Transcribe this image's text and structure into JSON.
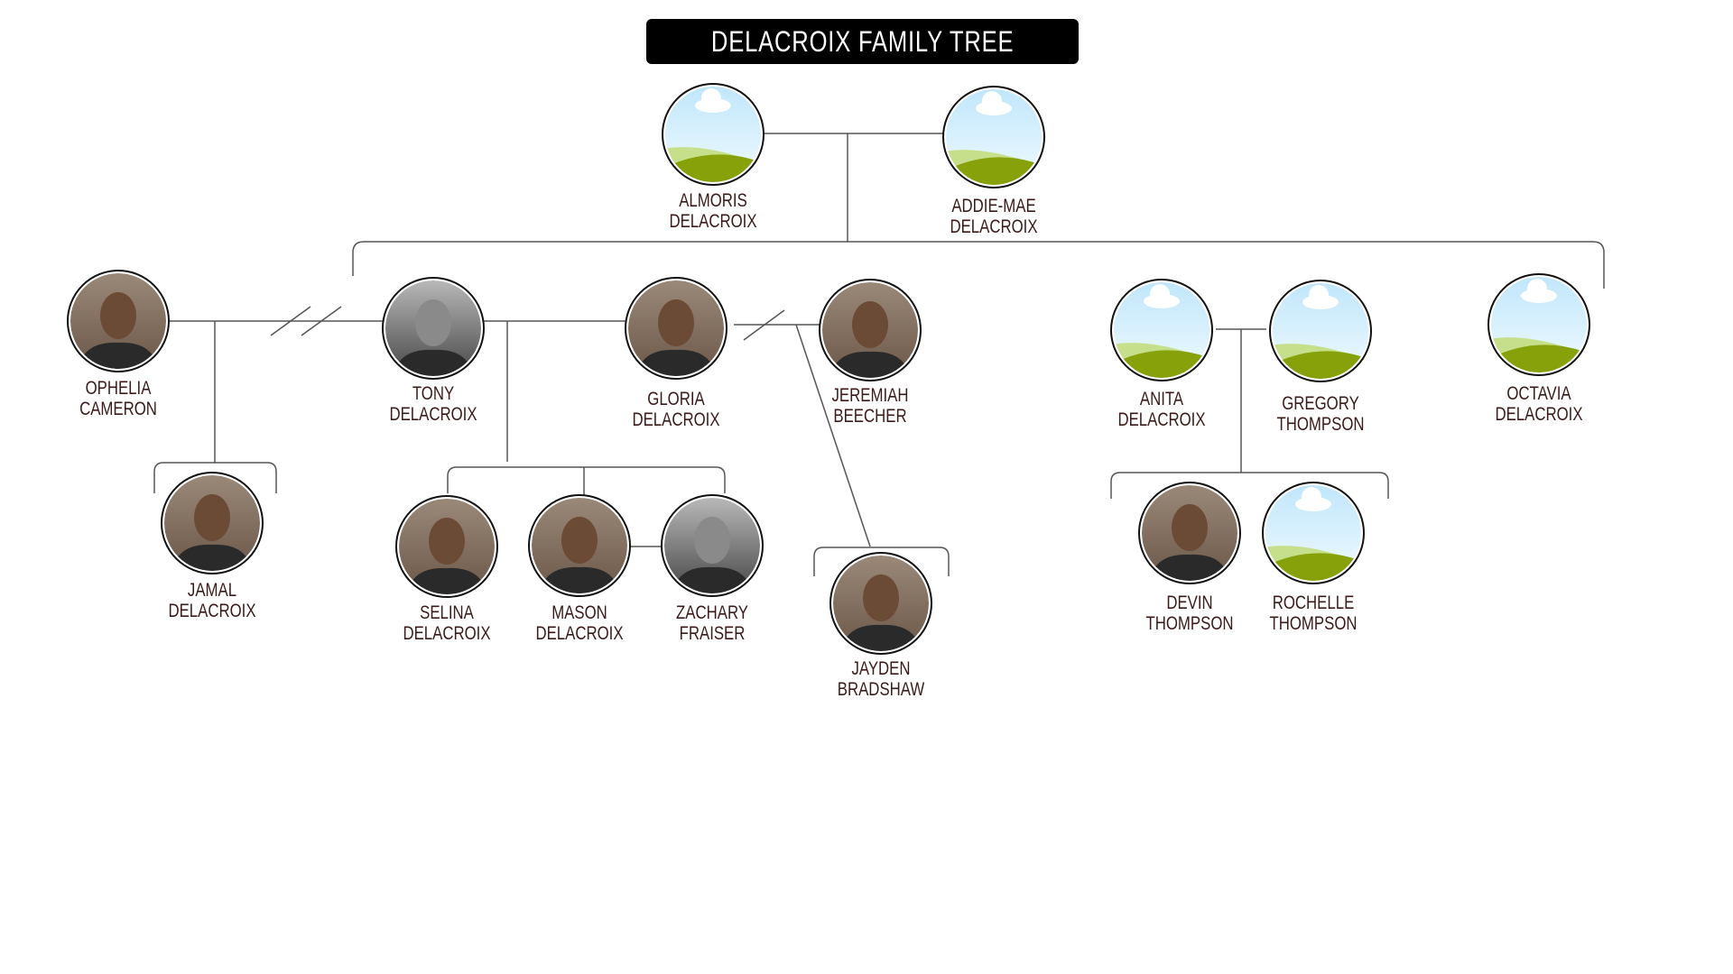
{
  "title": "DELACROIX FAMILY TREE",
  "colors": {
    "line": "#555555",
    "label": "#3b1a1a",
    "title_bg": "#000000"
  },
  "people": [
    {
      "id": "almoris",
      "first": "ALMORIS",
      "last": "DELACROIX",
      "image": "placeholder"
    },
    {
      "id": "addie-mae",
      "first": "ADDIE-MAE",
      "last": "DELACROIX",
      "image": "placeholder"
    },
    {
      "id": "ophelia",
      "first": "OPHELIA",
      "last": "CAMERON",
      "image": "photo"
    },
    {
      "id": "tony",
      "first": "TONY",
      "last": "DELACROIX",
      "image": "photo-bw"
    },
    {
      "id": "gloria",
      "first": "GLORIA",
      "last": "DELACROIX",
      "image": "photo"
    },
    {
      "id": "jeremiah",
      "first": "JEREMIAH",
      "last": "BEECHER",
      "image": "photo"
    },
    {
      "id": "anita",
      "first": "ANITA",
      "last": "DELACROIX",
      "image": "placeholder"
    },
    {
      "id": "gregory",
      "first": "GREGORY",
      "last": "THOMPSON",
      "image": "placeholder"
    },
    {
      "id": "octavia",
      "first": "OCTAVIA",
      "last": "DELACROIX",
      "image": "placeholder"
    },
    {
      "id": "jamal",
      "first": "JAMAL",
      "last": "DELACROIX",
      "image": "photo"
    },
    {
      "id": "selina",
      "first": "SELINA",
      "last": "DELACROIX",
      "image": "photo"
    },
    {
      "id": "mason",
      "first": "MASON",
      "last": "DELACROIX",
      "image": "photo"
    },
    {
      "id": "zachary",
      "first": "ZACHARY",
      "last": "FRAISER",
      "image": "photo-bw"
    },
    {
      "id": "jayden",
      "first": "JAYDEN",
      "last": "BRADSHAW",
      "image": "photo"
    },
    {
      "id": "devin",
      "first": "DEVIN",
      "last": "THOMPSON",
      "image": "photo"
    },
    {
      "id": "rochelle",
      "first": "ROCHELLE",
      "last": "THOMPSON",
      "image": "placeholder"
    }
  ]
}
